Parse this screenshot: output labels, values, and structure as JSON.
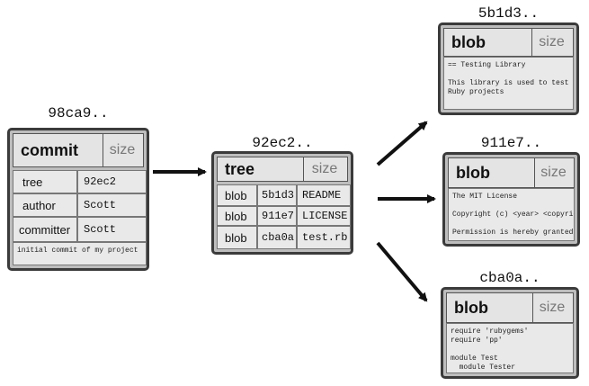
{
  "commit": {
    "hash": "98ca9..",
    "type": "commit",
    "size": "size",
    "rows": [
      {
        "key": "tree",
        "value": "92ec2"
      },
      {
        "key": "author",
        "value": "Scott"
      },
      {
        "key": "committer",
        "value": "Scott"
      }
    ],
    "message": "initial commit of my project"
  },
  "tree": {
    "hash": "92ec2..",
    "type": "tree",
    "size": "size",
    "entries": [
      {
        "type": "blob",
        "sha": "5b1d3",
        "name": "README"
      },
      {
        "type": "blob",
        "sha": "911e7",
        "name": "LICENSE"
      },
      {
        "type": "blob",
        "sha": "cba0a",
        "name": "test.rb"
      }
    ]
  },
  "blobs": [
    {
      "hash": "5b1d3..",
      "type": "blob",
      "size": "size",
      "content": "== Testing Library\n\nThis library is used to test\nRuby projects"
    },
    {
      "hash": "911e7..",
      "type": "blob",
      "size": "size",
      "content": "The MIT License\n\nCopyright (c) <year> <copyright\n\nPermission is hereby granted,"
    },
    {
      "hash": "cba0a..",
      "type": "blob",
      "size": "size",
      "content": "require 'rubygems'\nrequire 'pp'\n\nmodule Test\n  module Tester"
    }
  ]
}
